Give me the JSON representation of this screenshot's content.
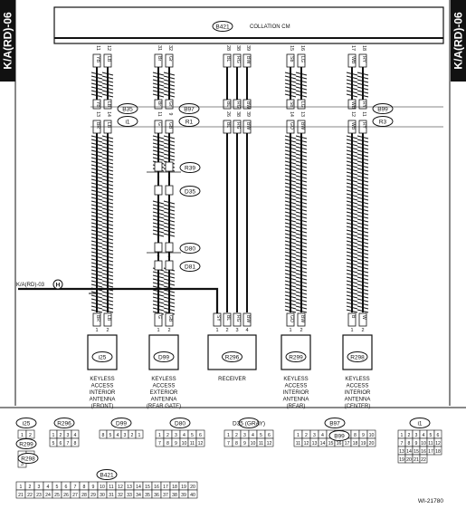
{
  "side_tag": "K/A(RD)-06",
  "cm_box": {
    "connector": "B421",
    "title": "COLLATION CM"
  },
  "columns": [
    {
      "top_pins": [
        "11",
        "12"
      ],
      "wires": [
        "YB",
        "LB"
      ],
      "mid_conn": "B35",
      "mid_conn2": "i1",
      "mid_pins": [
        "13",
        "14"
      ],
      "mid_wires": [
        "BR",
        "LB"
      ],
      "bot_wires": [
        "BR",
        "LB"
      ],
      "bot_pins": [
        "1",
        "2"
      ],
      "comp": "i25",
      "caption": [
        "KEYLESS",
        "ACCESS",
        "INTERIOR",
        "ANTENNA",
        "(FRONT)"
      ]
    },
    {
      "top_pins": [
        "31",
        "32"
      ],
      "wires": [
        "Br",
        "Gr"
      ],
      "mid_conn": "B97",
      "mid_conn2": "R1",
      "mid_pins": [
        "11",
        "9"
      ],
      "mid_wires": [
        "G",
        "GB"
      ],
      "bot_wires": [
        "G",
        "GB"
      ],
      "bot_pins": [
        "1",
        "2"
      ],
      "comp": "D99",
      "caption": [
        "KEYLESS",
        "ACCESS",
        "EXTERIOR",
        "ANTENNA",
        "(REAR GATE)"
      ]
    },
    {
      "top_pins": [
        "28",
        "38",
        "39"
      ],
      "wires": [
        "BL",
        "RG",
        "BW"
      ],
      "mid_conn": "",
      "mid_conn2": "",
      "mid_pins": [
        "26",
        "38",
        "39"
      ],
      "mid_wires": [
        "BL",
        "RG",
        "BW"
      ],
      "bot_wires": [
        "SY",
        "BL",
        "RG",
        "BW"
      ],
      "bot_pins": [
        "1",
        "2",
        "3",
        "4"
      ],
      "comp": "R296",
      "caption": [
        "RECEIVER"
      ]
    },
    {
      "top_pins": [
        "15",
        "16"
      ],
      "wires": [
        "Sb",
        "LG"
      ],
      "mid_conn": "",
      "mid_conn2": "",
      "mid_pins": [
        "14",
        "13"
      ],
      "mid_wires": [
        "GO",
        "BW"
      ],
      "bot_wires": [
        "GO",
        "BW"
      ],
      "bot_pins": [
        "1",
        "2"
      ],
      "comp": "R299",
      "caption": [
        "KEYLESS",
        "ACCESS",
        "INTERIOR",
        "ANTENNA",
        "(REAR)"
      ]
    },
    {
      "top_pins": [
        "17",
        "18"
      ],
      "wires": [
        "WB",
        "RY"
      ],
      "mid_conn": "B99",
      "mid_conn2": "R3",
      "mid_pins": [
        "12",
        "11"
      ],
      "mid_wires": [
        "WB",
        "RY"
      ],
      "bot_wires": [
        "B",
        "W"
      ],
      "bot_pins": [
        "1",
        "2"
      ],
      "comp": "R298",
      "caption": [
        "KEYLESS",
        "ACCESS",
        "INTERIOR",
        "ANTENNA",
        "(CENTER)"
      ]
    }
  ],
  "inline_connectors": [
    {
      "name": "R39",
      "name2": "D35",
      "pins": [
        "1",
        "2"
      ]
    },
    {
      "name": "D80",
      "name2": "D81",
      "pins": [
        "9",
        "4"
      ]
    }
  ],
  "ground_ref": {
    "label": "K/A(RD)-03",
    "marker": "H"
  },
  "legend": [
    {
      "name": "i25",
      "pins": [
        "1",
        "2"
      ]
    },
    {
      "name": "R296",
      "pins": [
        "1",
        "2",
        "3",
        "4",
        "5",
        "6",
        "7",
        "8"
      ]
    },
    {
      "name": "D99",
      "pins": [
        "8",
        "5",
        "4",
        "3",
        "2",
        "1"
      ]
    },
    {
      "name": "D80",
      "pins": [
        "1",
        "2",
        "3",
        "4",
        "5",
        "6",
        "7",
        "8",
        "9",
        "10",
        "11",
        "12"
      ]
    },
    {
      "name": "D35 (GRAY)",
      "pins": [
        "1",
        "2",
        "3",
        "4",
        "5",
        "6",
        "7",
        "8",
        "9",
        "10",
        "11",
        "12"
      ]
    },
    {
      "name": "B97",
      "name2": "B99",
      "pins": [
        "1",
        "2",
        "3",
        "4",
        "5",
        "6",
        "7",
        "8",
        "9",
        "10",
        "11",
        "12",
        "13",
        "14",
        "15",
        "16",
        "17",
        "18",
        "19",
        "20"
      ]
    },
    {
      "name": "i1",
      "pins": [
        "1",
        "2",
        "3",
        "4",
        "5",
        "6",
        "7",
        "8",
        "9",
        "10",
        "11",
        "12",
        "13",
        "14",
        "15",
        "16",
        "17",
        "18",
        "19",
        "20",
        "21",
        "22"
      ]
    },
    {
      "name": "R299",
      "name2": "R298",
      "pins": [
        "1",
        "2",
        "3"
      ]
    },
    {
      "name": "B421",
      "pins": [
        "1",
        "2",
        "3",
        "4",
        "5",
        "6",
        "7",
        "8",
        "9",
        "10",
        "11",
        "12",
        "13",
        "14",
        "15",
        "16",
        "17",
        "18",
        "19",
        "20",
        "21",
        "22",
        "23",
        "24",
        "25",
        "26",
        "27",
        "28",
        "29",
        "30",
        "31",
        "32",
        "33",
        "34",
        "35",
        "36",
        "37",
        "38",
        "39",
        "40"
      ]
    }
  ],
  "figure_id": "WI-21780"
}
